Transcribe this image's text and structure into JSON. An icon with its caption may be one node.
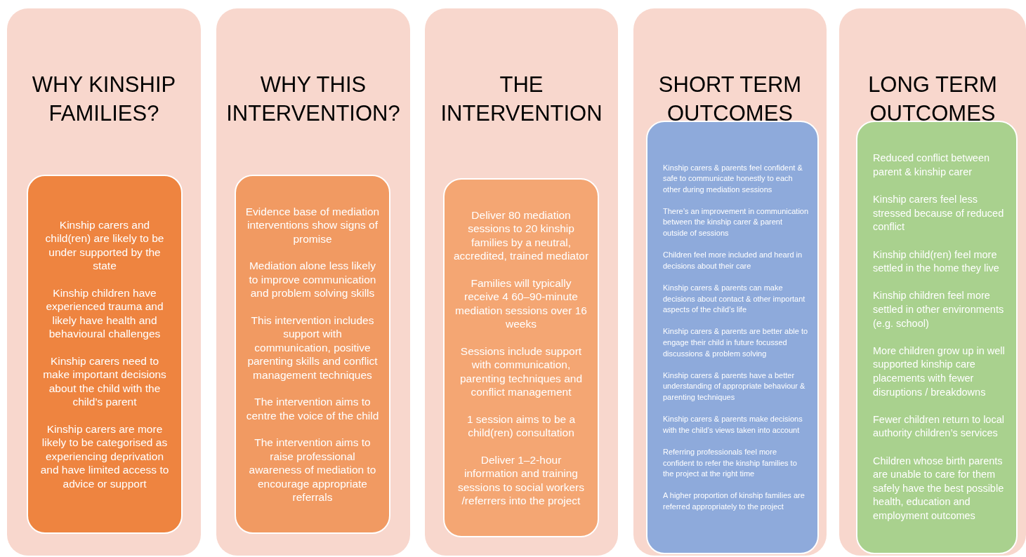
{
  "diagram": {
    "nodes": [
      {
        "text": [
          "WHY KINSHIP FAMILIES?"
        ]
      },
      {
        "text": [
          "Kinship carers and child(ren) are likely to be under supported by the state",
          "Kinship children have experienced trauma and likely have health and behavioural challenges",
          "Kinship carers need to make important decisions about the child with the child’s parent",
          "Kinship carers are more likely to be categorised as experiencing deprivation and have limited access to advice or support"
        ],
        "in": 0
      },
      {
        "text": [
          "WHY THIS INTERVENTION?"
        ]
      },
      {
        "text": [
          "Evidence base of mediation interventions show signs of promise",
          "Mediation alone less likely to improve communication and problem solving skills",
          "This intervention includes support with communication, positive parenting skills and conflict management techniques",
          "The intervention aims to centre the voice of the child",
          "The intervention aims to raise professional awareness of mediation to encourage appropriate referrals"
        ],
        "in": 2
      },
      {
        "text": [
          "THE INTERVENTION"
        ]
      },
      {
        "text": [
          "Deliver 80 mediation sessions to 20 kinship families by a neutral, accredited, trained mediator",
          "Families will typically receive 4 60–90-minute mediation sessions over 16 weeks",
          "Sessions include support with communication, parenting techniques and conflict management",
          "1 session aims to be a child(ren) consultation",
          "Deliver 1–2-hour information and training sessions to social workers /referrers into the project"
        ],
        "in": 4
      },
      {
        "text": [
          "SHORT TERM OUTCOMES"
        ]
      },
      {
        "text": [
          "Kinship carers & parents feel confident & safe to communicate honestly to each other during mediation sessions",
          "There’s an improvement in communication between the kinship carer & parent outside of sessions",
          "Children feel more included and heard in decisions about their care",
          "Kinship carers & parents can make decisions about contact & other important aspects of the child’s life",
          "Kinship carers & parents are better able to engage their child in future focussed discussions & problem solving",
          "Kinship carers & parents have a better understanding of appropriate behaviour & parenting techniques",
          "Kinship carers & parents make decisions with the child’s views taken into account",
          "Referring professionals feel more confident to refer the kinship families to the project at the right time",
          "A higher proportion of kinship families are referred appropriately to the project"
        ],
        "in": 6
      },
      {
        "text": [
          "LONG TERM OUTCOMES"
        ]
      },
      {
        "text": [
          "Reduced conflict between parent & kinship carer",
          "Kinship carers feel less stressed because of reduced conflict",
          "Kinship child(ren) feel more settled in the home they live",
          "Kinship children feel more settled in other environments (e.g. school)",
          "More children grow up in well supported kinship care placements with fewer disruptions / breakdowns",
          "Fewer children return to local authority children’s services",
          "Children whose birth parents are unable to care for them safely have the best possible health, education and employment outcomes"
        ],
        "in": 8
      }
    ]
  }
}
